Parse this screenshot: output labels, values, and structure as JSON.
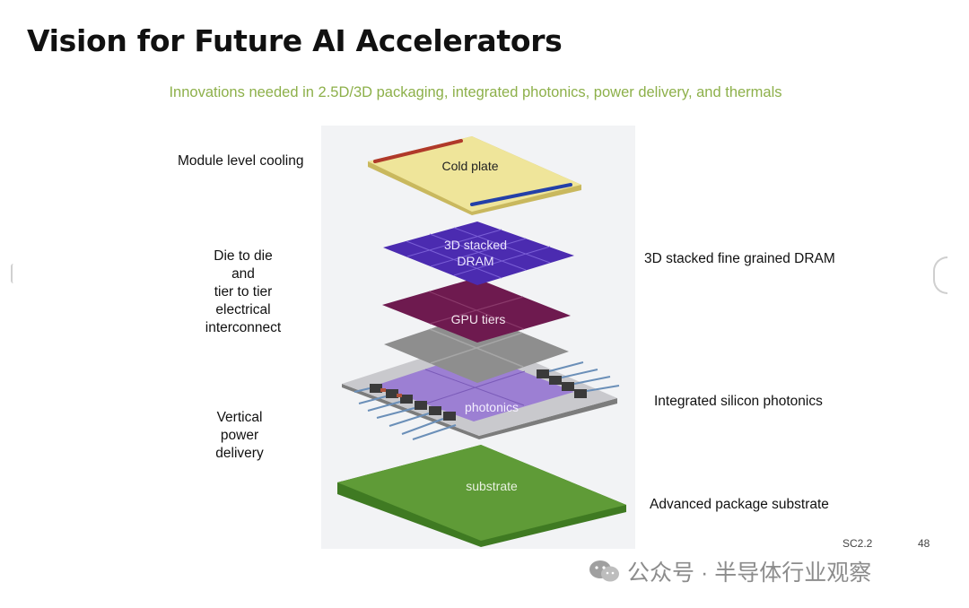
{
  "title": "Vision for Future AI Accelerators",
  "subtitle": "Innovations needed in 2.5D/3D packaging, integrated photonics, power delivery, and thermals",
  "left_labels": {
    "cooling": "Module level cooling",
    "interconnect": [
      "Die to die",
      "and",
      "tier to tier",
      "electrical",
      "interconnect"
    ],
    "power": [
      "Vertical",
      "power",
      "delivery"
    ]
  },
  "right_labels": {
    "dram": "3D stacked fine grained DRAM",
    "photonics": "Integrated silicon photonics",
    "substrate": "Advanced package substrate"
  },
  "layers": {
    "cold_plate": "Cold plate",
    "dram_line1": "3D stacked",
    "dram_line2": "DRAM",
    "gpu": "GPU tiers",
    "photonics": "photonics",
    "substrate": "substrate"
  },
  "footer": {
    "section": "SC2.2",
    "page": "48"
  },
  "watermark": "公众号 · 半导体行业观察",
  "colors": {
    "subtitle": "#8db04a",
    "cold_plate": "#efe59a",
    "dram": "#4b2bb0",
    "gpu": "#6e1a4f",
    "interposer": "#8e8e8e",
    "photonics": "#9c7fd3",
    "substrate": "#5f9b37"
  }
}
